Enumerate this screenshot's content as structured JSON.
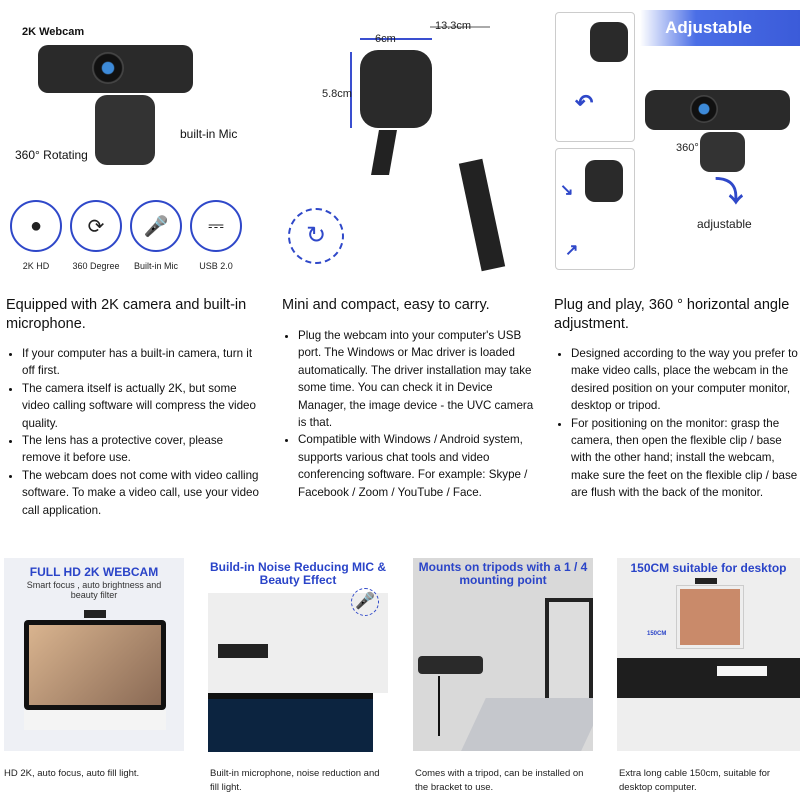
{
  "features": [
    {
      "annotations": {
        "webcam": "2K Webcam",
        "mic": "built-in Mic",
        "rotating": "360° Rotating"
      },
      "icons": [
        {
          "icon": "camera-icon",
          "label": "2K HD"
        },
        {
          "icon": "rotate-camera-icon",
          "label": "360 Degree"
        },
        {
          "icon": "microphone-icon",
          "label": "Built-in Mic"
        },
        {
          "icon": "usb-icon",
          "label": "USB 2.0"
        }
      ],
      "heading": "Equipped with 2K camera and built-in microphone.",
      "bullets": [
        "If your computer has a built-in camera, turn it off first.",
        "The camera itself is actually 2K, but some video calling software will compress the video quality.",
        "The lens has a protective cover, please remove it before use.",
        "The webcam does not come with video calling software. To make a video call, use your video call application."
      ]
    },
    {
      "dimensions": {
        "width": "6cm",
        "length": "13.3cm",
        "height": "5.8cm"
      },
      "heading": "Mini and compact, easy to carry.",
      "bullets": [
        "Plug the webcam into your computer's USB port. The Windows or Mac driver is loaded automatically. The driver installation may take some time. You can check it in Device Manager, the image device - the UVC camera is that.",
        "Compatible with Windows / Android system, supports various chat tools and video conferencing software. For example: Skype / Facebook / Zoom / YouTube / Face."
      ]
    },
    {
      "badge": "Adjustable",
      "annotations": {
        "rotate": "360°",
        "adjustable": "adjustable"
      },
      "heading": "Plug and play, 360 ° horizontal angle adjustment.",
      "bullets": [
        "Designed according to the way you prefer to make video calls, place the webcam in the desired position on your computer monitor, desktop or tripod.",
        "For positioning on the monitor: grasp the camera, then open the flexible clip / base with the other hand; install the webcam, make sure the feet on the flexible clip / base are flush with the back of the monitor."
      ]
    }
  ],
  "gallery": [
    {
      "title": "FULL HD 2K WEBCAM",
      "subtitle": "Smart focus , auto brightness and beauty filter",
      "caption": "HD 2K, auto focus, auto fill light."
    },
    {
      "title": "Build-in Noise Reducing MIC & Beauty Effect",
      "caption": "Built-in microphone, noise reduction and fill light."
    },
    {
      "title": "Mounts on tripods with a 1 / 4 mounting point",
      "caption": "Comes with a tripod, can be installed on the bracket to use."
    },
    {
      "title": "150CM suitable for desktop",
      "inset_label": "150CM",
      "caption": "Extra long cable 150cm, suitable for desktop computer."
    }
  ],
  "colors": {
    "accent": "#2f48c9",
    "badge": "#3b5bd9"
  }
}
